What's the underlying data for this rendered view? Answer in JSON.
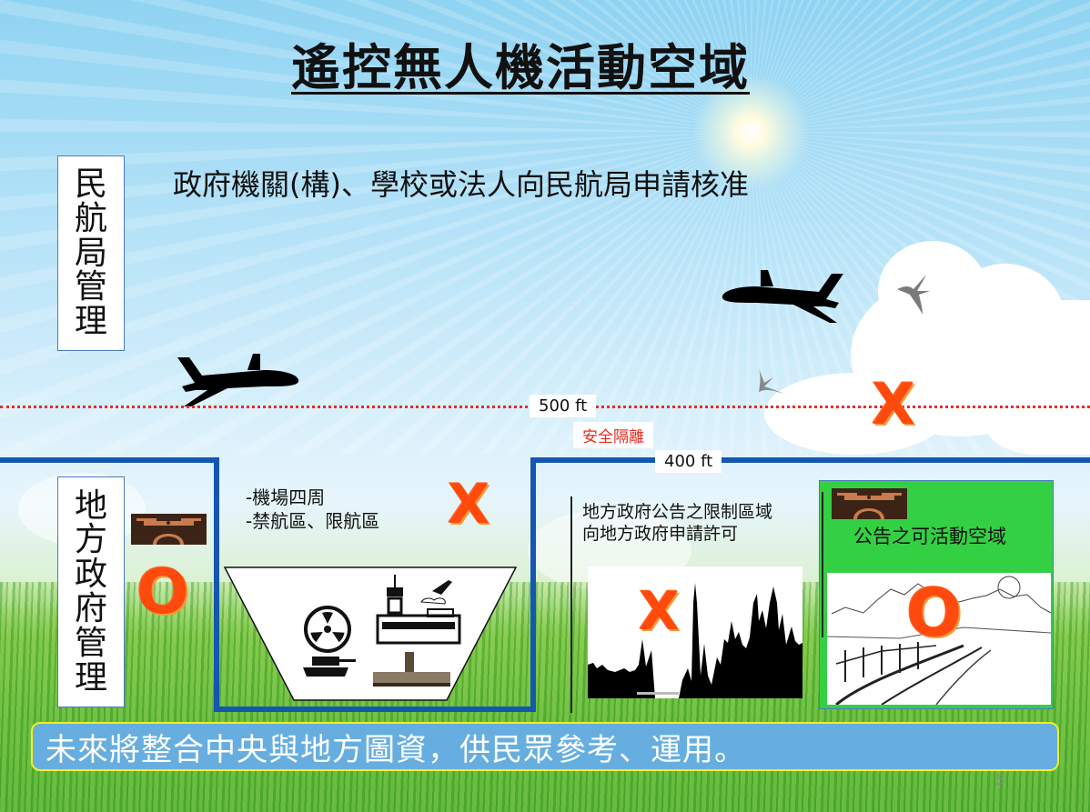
{
  "slide": {
    "title": "遙控無人機活動空域",
    "page_number": "5"
  },
  "upper_zone": {
    "label_chars": [
      "民",
      "航",
      "局",
      "管",
      "理"
    ],
    "description": "政府機關(構)、學校或法人向民航局申請核准",
    "mark": "X"
  },
  "altitude": {
    "upper_limit": "500 ft",
    "buffer_label": "安全隔離",
    "lower_limit": "400 ft",
    "line_color": "#ee2a1e",
    "boundary_color": "#1457b0"
  },
  "lower_zone": {
    "label_chars": [
      "地",
      "方",
      "政",
      "府",
      "管",
      "理"
    ],
    "local_mark": "O",
    "restricted": {
      "lines": [
        "-機場四周",
        "-禁航區、限航區"
      ],
      "mark": "X",
      "icons": [
        "radiation-icon",
        "airport-tower-icon",
        "tank-icon",
        "presidential-building-icon"
      ]
    },
    "local_restricted": {
      "lines": [
        "地方政府公告之限制區域",
        "向地方政府申請許可"
      ],
      "mark": "X"
    },
    "permitted": {
      "label": "公告之可活動空域",
      "mark": "O",
      "panel_color": "#34d044"
    }
  },
  "footer": {
    "text": "未來將整合中央與地方圖資，供民眾參考、運用。",
    "background": "#67aee0"
  },
  "colors": {
    "mark_orange": "#ff4a0e",
    "drone_bg": "#3b2416",
    "drone_fg": "#c97b4e"
  }
}
